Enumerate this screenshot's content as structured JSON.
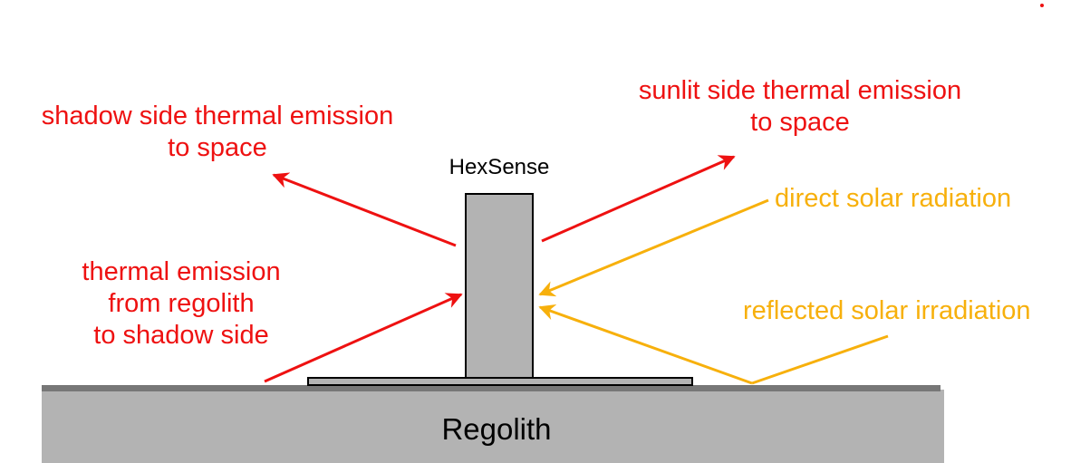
{
  "colors": {
    "emission": "#ee1111",
    "solar": "#f7b00c",
    "regolith_fill": "#b3b3b3",
    "surface_line": "#777777",
    "sensor_fill": "#b3b3b3"
  },
  "labels": {
    "shadow_emission": [
      "shadow side thermal emission",
      "to space"
    ],
    "sunlit_emission": [
      "sunlit side thermal emission",
      "to space"
    ],
    "regolith_emission": [
      "thermal emission",
      "from regolith",
      "to shadow side"
    ],
    "direct_solar": "direct solar radiation",
    "reflected_solar": "reflected solar irradiation",
    "sensor": "HexSense",
    "ground": "Regolith"
  }
}
